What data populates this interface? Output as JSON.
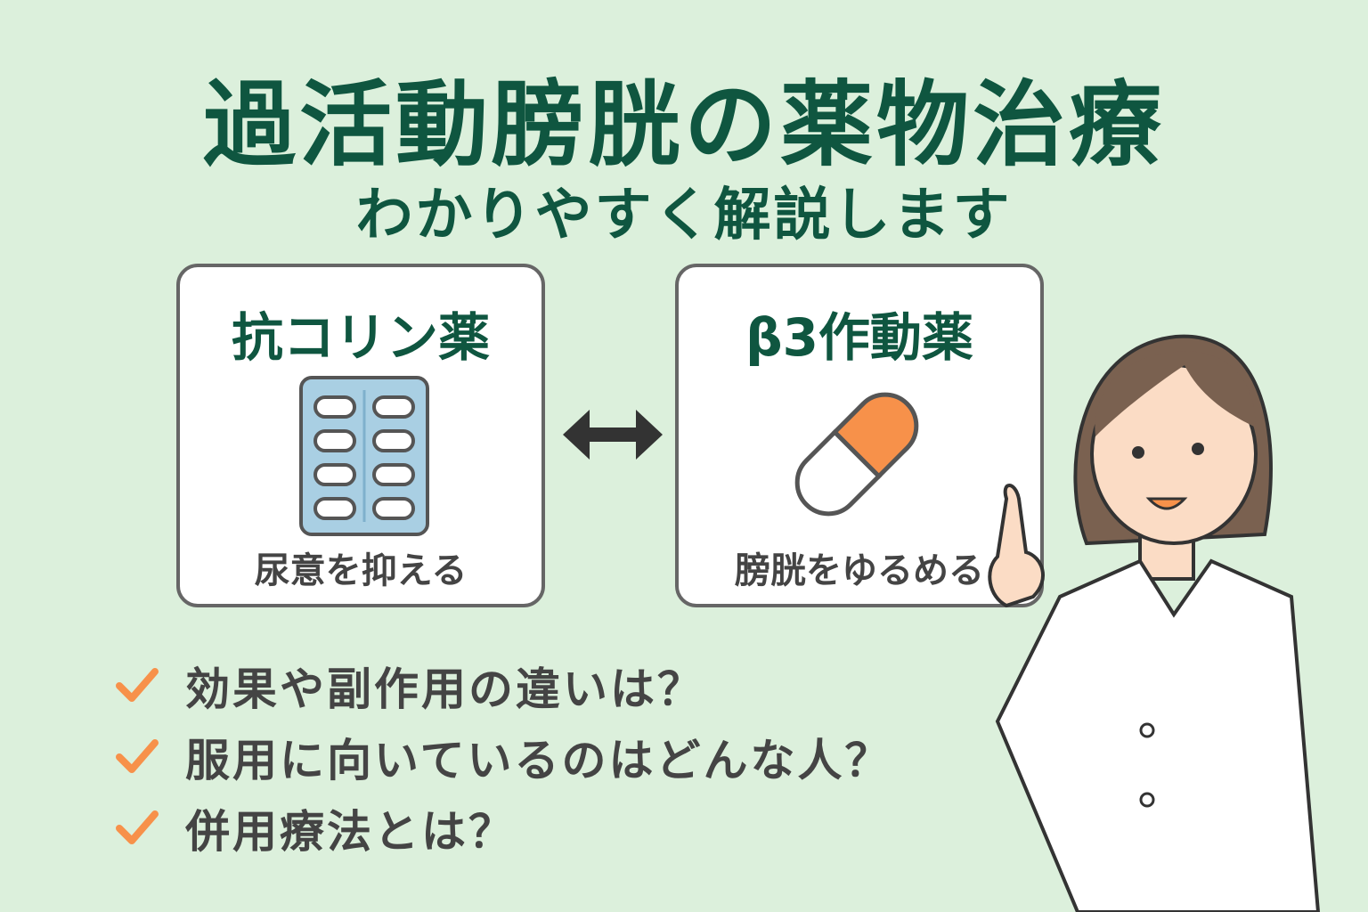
{
  "title": "過活動膀胱の薬物治療",
  "subtitle": "わかりやすく解説します",
  "cards": [
    {
      "heading": "抗コリン薬",
      "caption": "尿意を抑える",
      "icon": "blister-pack-icon"
    },
    {
      "heading": "β3作動薬",
      "caption": "膀胱をゆるめる",
      "icon": "capsule-icon"
    }
  ],
  "checklist": [
    "効果や副作用の違いは？",
    "服用に向いているのはどんな人？",
    "併用療法とは？"
  ],
  "colors": {
    "background": "#dcf0dc",
    "title": "#0f5640",
    "accent": "#f7914a",
    "blister": "#a9cfe3"
  }
}
